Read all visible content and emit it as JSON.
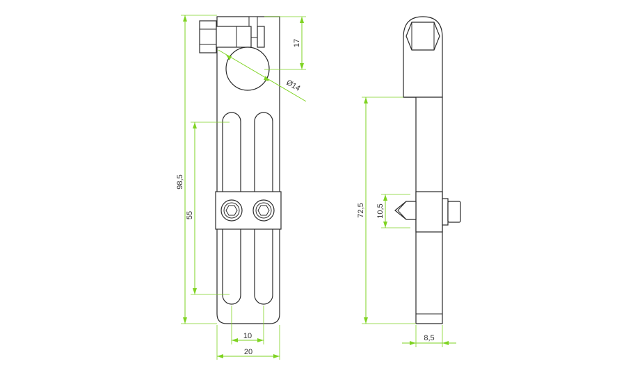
{
  "colors": {
    "part_stroke": "#2a2a2a",
    "dimension": "#7ed321",
    "background": "#ffffff"
  },
  "front_view": {
    "dimensions": {
      "overall_height": "98,5",
      "clamp_height": "17",
      "bore_diameter": "Ø14",
      "slot_length": "55",
      "slot_spacing": "10",
      "overall_width": "20"
    }
  },
  "side_view": {
    "dimensions": {
      "lower_height": "72,5",
      "mount_height": "10,5",
      "thickness": "8,5"
    }
  }
}
